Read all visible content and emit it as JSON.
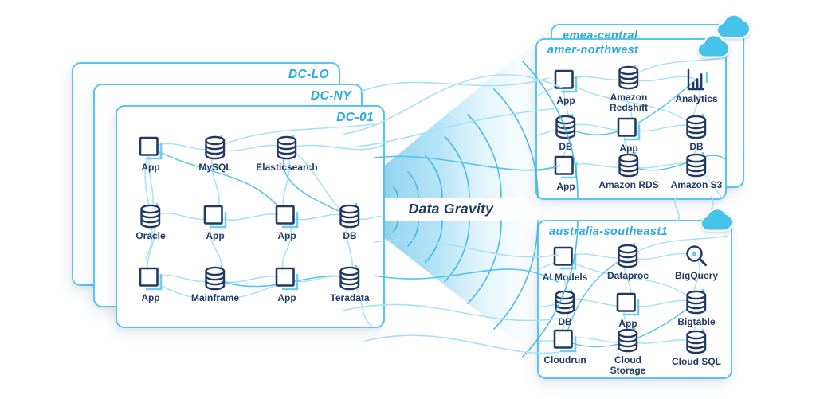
{
  "center_label": "Data Gravity",
  "colors": {
    "navy": "#223a63",
    "title_blue": "#2baae2",
    "card_border": "#58c5ee",
    "cloud_blue": "#45c3ea",
    "funnel_blue": "#9fd9f1",
    "ripple_blue": "#3cb4e7",
    "light_line": "#a5e1f7",
    "mid_line": "#55c3ec"
  },
  "datacenters": {
    "back_cards": [
      {
        "title": "DC-LO"
      },
      {
        "title": "DC-NY"
      }
    ],
    "front_card": {
      "title": "DC-01",
      "nodes": [
        {
          "label": "App",
          "icon": "app-icon"
        },
        {
          "label": "MySQL",
          "icon": "database-icon"
        },
        {
          "label": "Elasticsearch",
          "icon": "database-icon"
        },
        {
          "label": "Oracle",
          "icon": "database-icon"
        },
        {
          "label": "App",
          "icon": "app-icon"
        },
        {
          "label": "App",
          "icon": "app-icon"
        },
        {
          "label": "DB",
          "icon": "database-icon"
        },
        {
          "label": "App",
          "icon": "app-icon"
        },
        {
          "label": "Mainframe",
          "icon": "database-icon"
        },
        {
          "label": "App",
          "icon": "app-icon"
        },
        {
          "label": "Teradata",
          "icon": "database-icon"
        }
      ]
    }
  },
  "cloud_regions": {
    "top": {
      "back_card_title": "emea-central",
      "front_card": {
        "title": "amer-northwest",
        "nodes": [
          {
            "label": "App",
            "icon": "app-icon"
          },
          {
            "label": "Amazon Redshift",
            "icon": "database-icon"
          },
          {
            "label": "Analytics",
            "icon": "analytics-icon"
          },
          {
            "label": "DB",
            "icon": "database-icon"
          },
          {
            "label": "App",
            "icon": "app-icon"
          },
          {
            "label": "DB",
            "icon": "database-icon"
          },
          {
            "label": "App",
            "icon": "app-icon"
          },
          {
            "label": "Amazon RDS",
            "icon": "database-icon"
          },
          {
            "label": "Amazon S3",
            "icon": "database-icon"
          }
        ]
      }
    },
    "bottom": {
      "card": {
        "title": "australia-southeast1",
        "nodes": [
          {
            "label": "AI Models",
            "icon": "app-icon"
          },
          {
            "label": "Dataproc",
            "icon": "database-icon"
          },
          {
            "label": "BigQuery",
            "icon": "magnifier-icon"
          },
          {
            "label": "DB",
            "icon": "database-icon"
          },
          {
            "label": "App",
            "icon": "app-icon"
          },
          {
            "label": "Bigtable",
            "icon": "database-icon"
          },
          {
            "label": "Cloudrun",
            "icon": "app-icon"
          },
          {
            "label": "Cloud Storage",
            "icon": "database-icon"
          },
          {
            "label": "Cloud SQL",
            "icon": "database-icon"
          }
        ]
      }
    }
  }
}
